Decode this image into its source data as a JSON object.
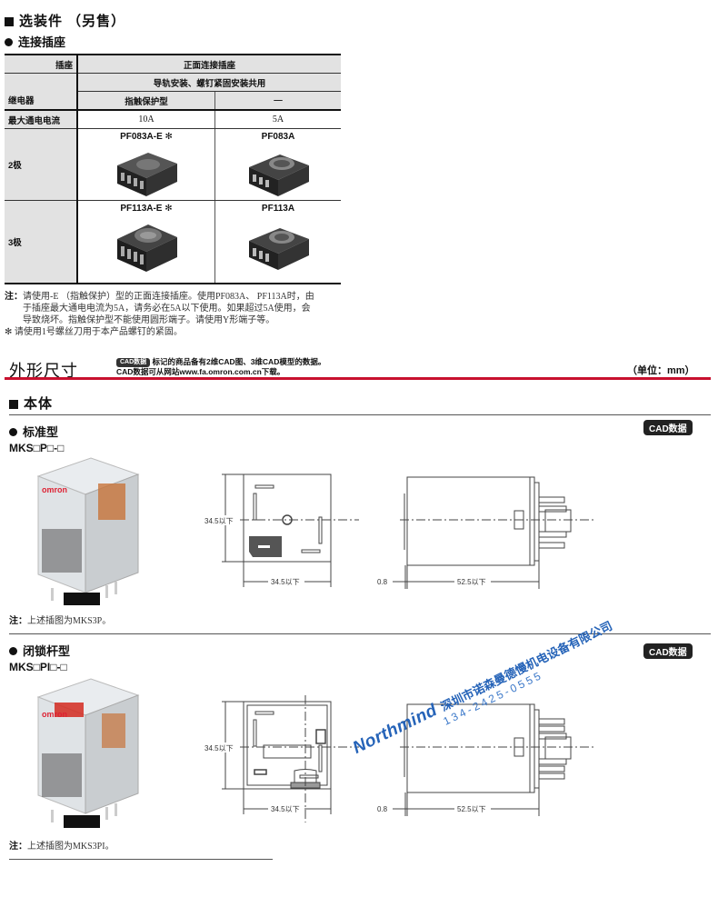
{
  "options_section": {
    "title": "选装件 （另售）",
    "subtitle": "连接插座",
    "table": {
      "row_header_socket": "插座",
      "row_header_relay": "继电器",
      "col_group": "正面连接插座",
      "mounting": "导轨安装、螺钉紧固安装共用",
      "col_types": [
        "指触保护型",
        "—"
      ],
      "max_current_label": "最大通电电流",
      "max_current_values": [
        "10A",
        "5A"
      ],
      "rows": [
        {
          "label": "2极",
          "models": [
            "PF083A-E ✻",
            "PF083A"
          ]
        },
        {
          "label": "3极",
          "models": [
            "PF113A-E ✻",
            "PF113A"
          ]
        }
      ]
    },
    "notes": {
      "note_label": "注：",
      "note_lines": [
        "请使用-E （指触保护）型的正面连接插座。使用PF083A、 PF113A时，由",
        "于插座最大通电电流为5A，请务必在5A以下使用。如果超过5A使用，会",
        "导致烧坏。指触保护型不能使用圆形端子。请使用Y形端子等。"
      ],
      "asterisk_note": "✻ 请使用1号螺丝刀用于本产品螺钉的紧固。"
    }
  },
  "dimensions_section": {
    "title": "外形尺寸",
    "cad_tag": "CAD数据",
    "cad_info_line1": "标记的商品备有2维CAD图、3维CAD模型的数据。",
    "cad_info_line2": "CAD数据可从网站www.fa.omron.com.cn下载。",
    "unit": "（单位：mm）",
    "body_title": "本体",
    "variants": [
      {
        "name": "标准型",
        "model": "MKS□P□-□",
        "cad_button": "CAD数据",
        "dims": {
          "height": "34.5以下",
          "width": "34.5以下",
          "gap": "0.8",
          "length": "52.5以下"
        },
        "note_label": "注：",
        "note": "上述插图为MKS3P。",
        "brand_on_relay": "omron"
      },
      {
        "name": "闭锁杆型",
        "model": "MKS□PI□-□",
        "cad_button": "CAD数据",
        "dims": {
          "height": "34.5以下",
          "width": "34.5以下",
          "gap": "0.8",
          "length": "52.5以下"
        },
        "note_label": "注：",
        "note": "上述插图为MKS3PI。",
        "brand_on_relay": "omron"
      }
    ]
  },
  "watermark": {
    "brand": "Northmind",
    "company": "深圳市诺森曼德慢机电设备有限公司",
    "phone": "134-2425-0555"
  },
  "colors": {
    "accent_red": "#c8102e",
    "header_gray": "#e2e2e2",
    "watermark_blue": "#2563b8"
  }
}
